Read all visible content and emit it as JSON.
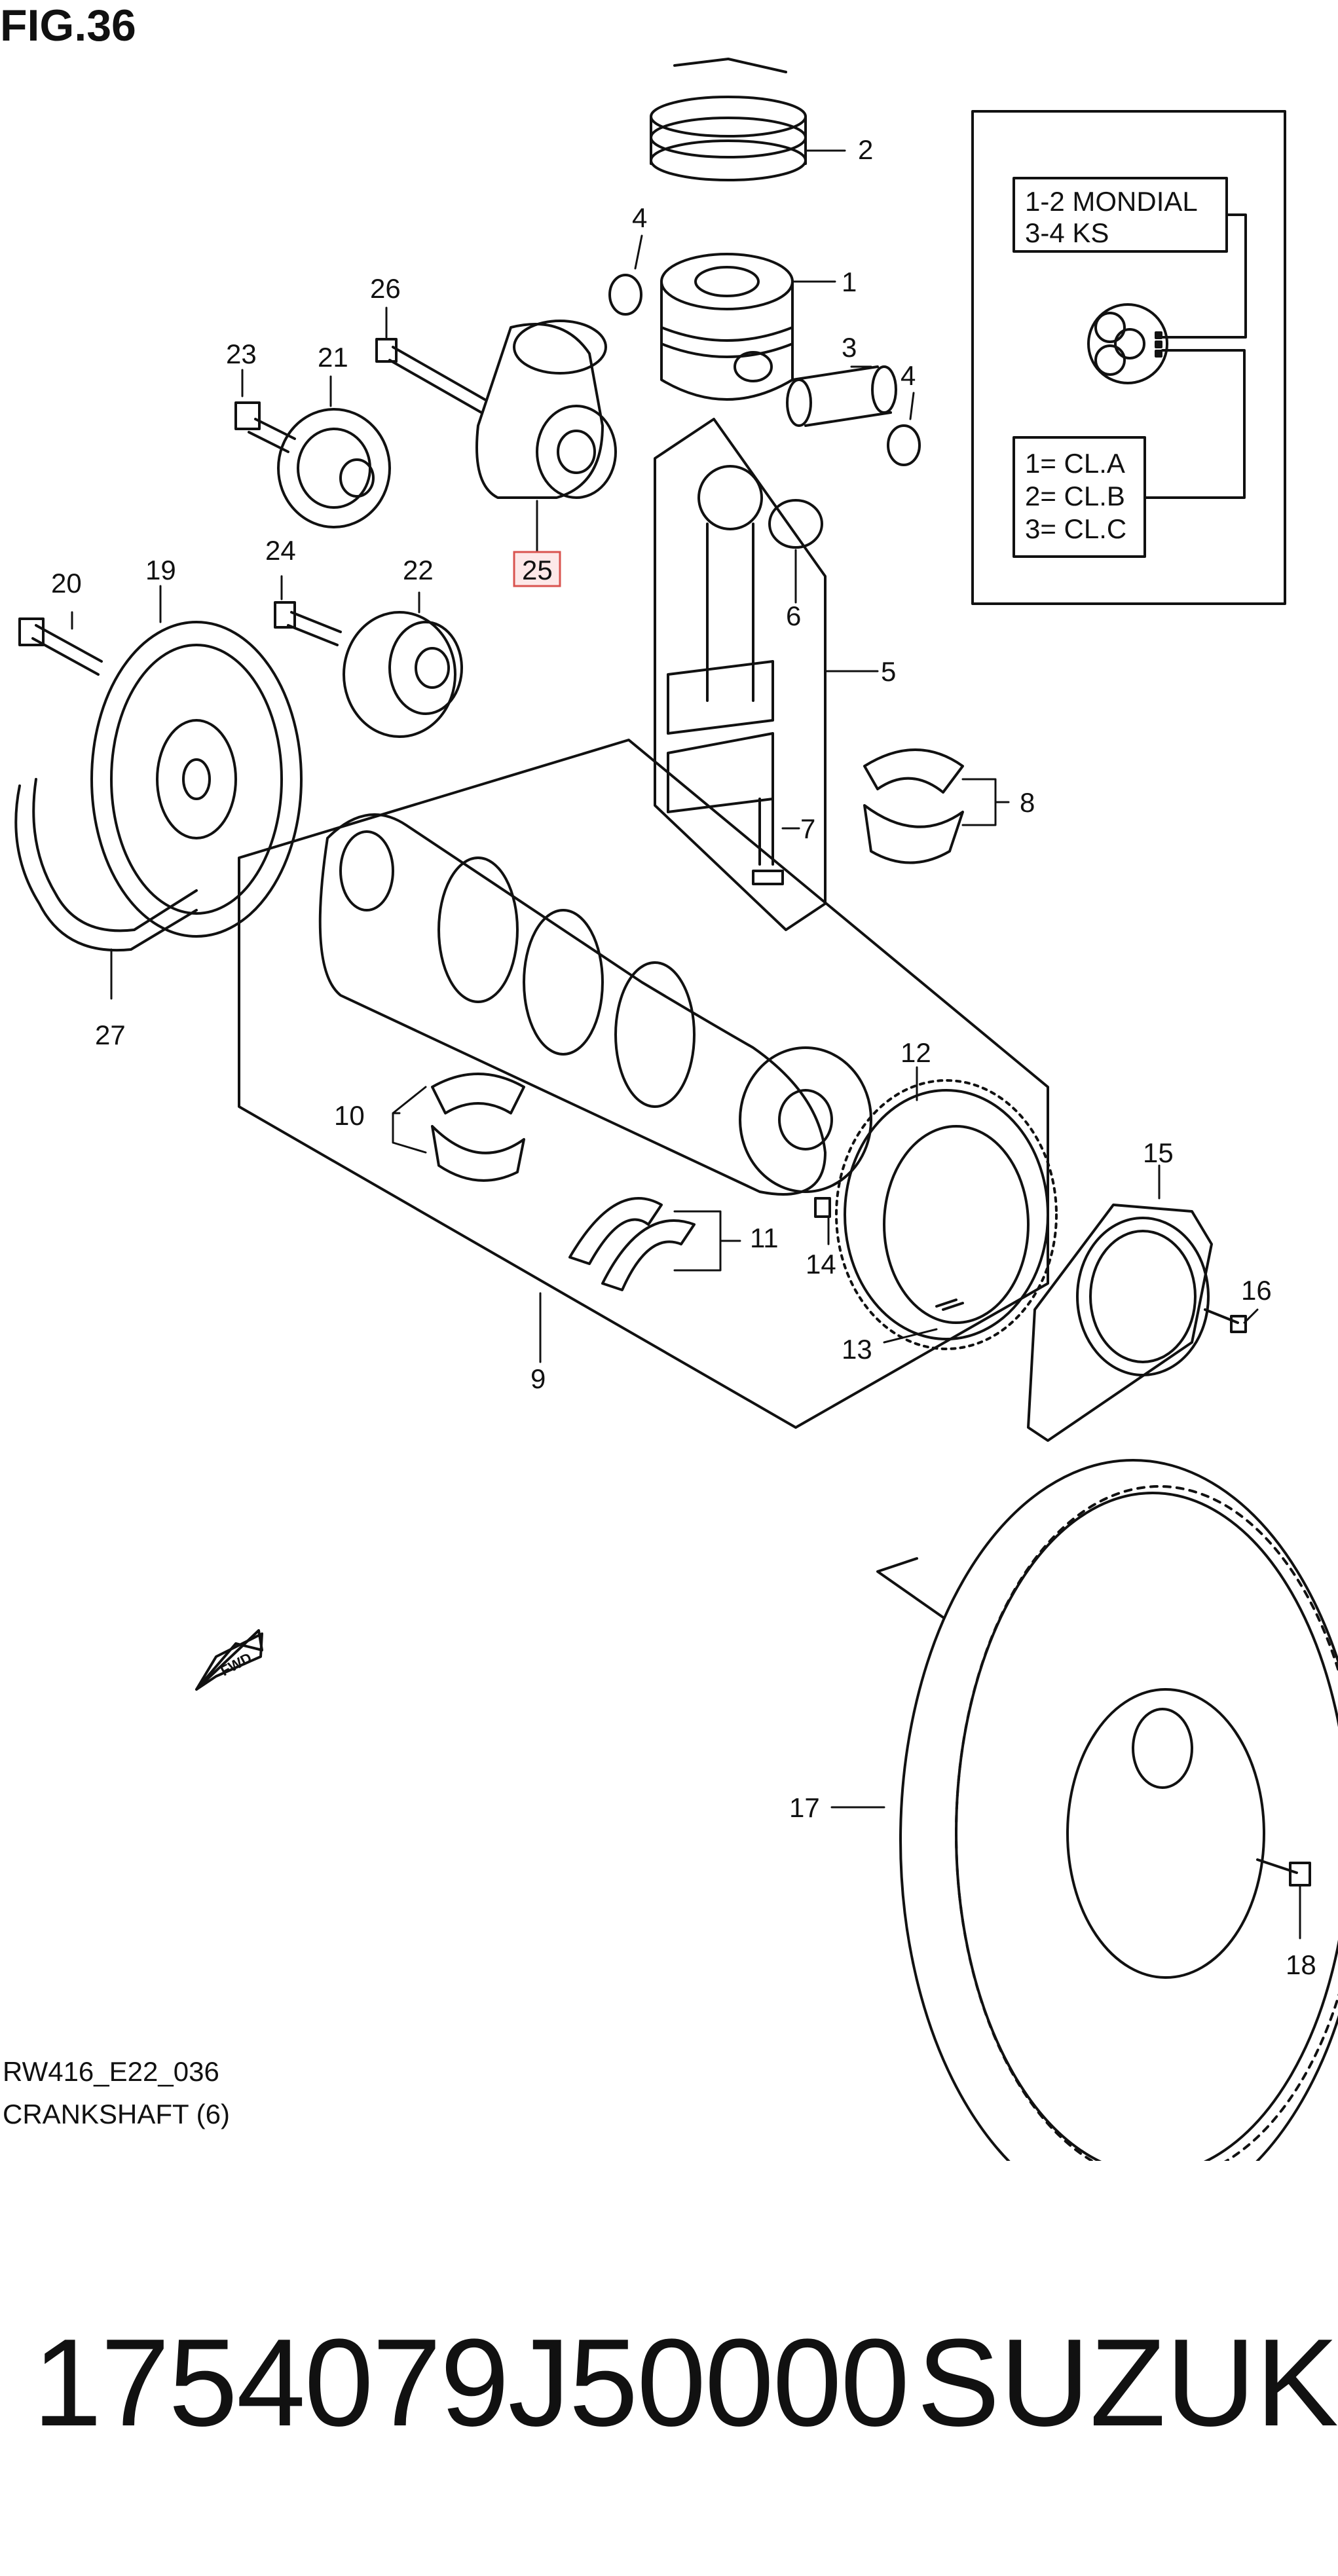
{
  "figure": {
    "title": "FIG.36",
    "code": "RW416_E22_036",
    "caption": "CRANKSHAFT (6)"
  },
  "callouts": [
    "1",
    "2",
    "3",
    "4",
    "4",
    "5",
    "6",
    "7",
    "8",
    "9",
    "10",
    "11",
    "12",
    "13",
    "14",
    "15",
    "16",
    "17",
    "18",
    "19",
    "20",
    "21",
    "22",
    "23",
    "24",
    "25",
    "26",
    "27"
  ],
  "highlighted_callout": "25",
  "legend": {
    "maker_line_1": "1-2 MONDIAL",
    "maker_line_2": "3-4 KS",
    "class_line_1": "1= CL.A",
    "class_line_2": "2= CL.B",
    "class_line_3": "3= CL.C"
  },
  "direction_badge": "FWD",
  "part_number": "1754079J50000",
  "brand": "SUZUKI",
  "colors": {
    "ink": "#111111",
    "highlight_border": "#d9534f",
    "highlight_fill": "#fde8e8",
    "background": "#ffffff",
    "lower_band": "#ffffff"
  }
}
